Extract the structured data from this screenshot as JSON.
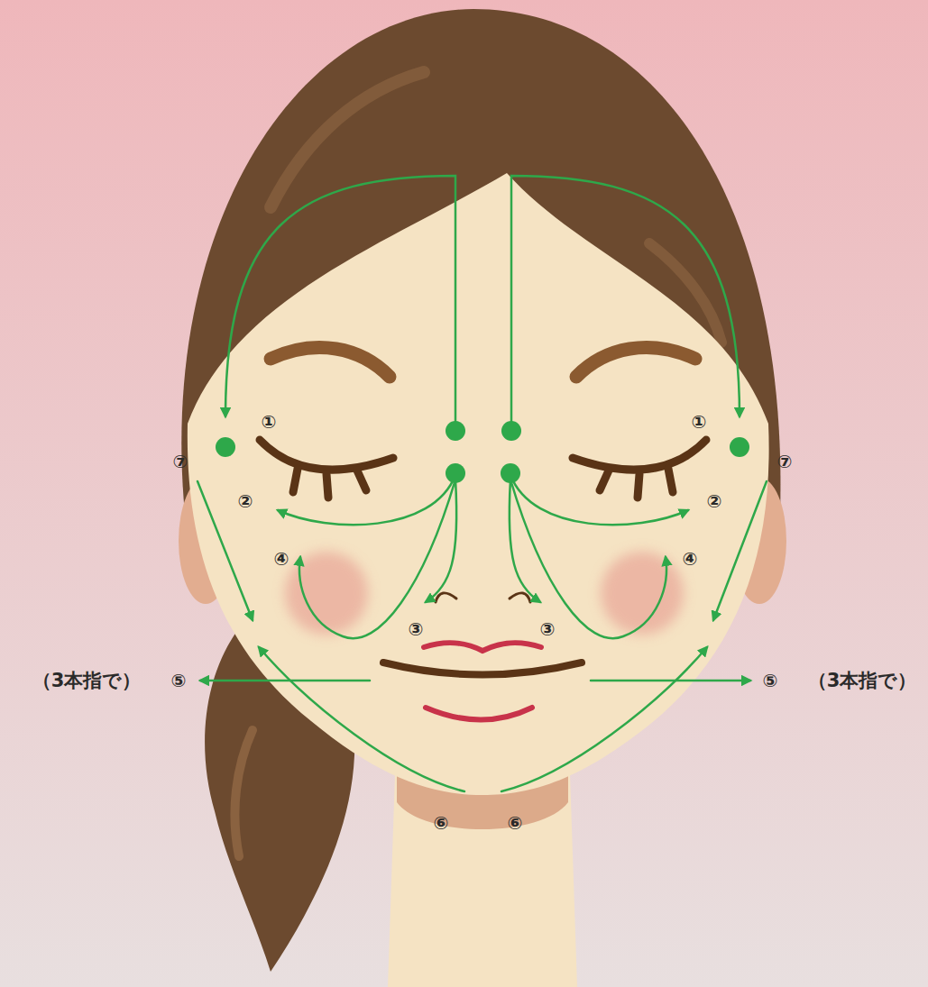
{
  "diagram": {
    "labels": [
      "①",
      "①",
      "⑦",
      "⑦",
      "②",
      "②",
      "④",
      "④",
      "③",
      "③",
      "（3本指で）",
      "⑤",
      "⑤",
      "（3本指で）",
      "⑥",
      "⑥"
    ]
  }
}
